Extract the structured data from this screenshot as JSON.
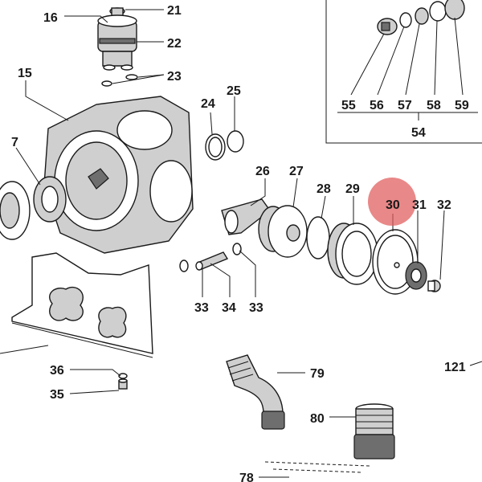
{
  "labels": {
    "l16": "16",
    "l21": "21",
    "l22": "22",
    "l23": "23",
    "l15": "15",
    "l24": "24",
    "l25": "25",
    "l7": "7",
    "l26": "26",
    "l27": "27",
    "l28": "28",
    "l29": "29",
    "l30": "30",
    "l31": "31",
    "l32": "32",
    "l33a": "33",
    "l34": "34",
    "l33b": "33",
    "l36": "36",
    "l35": "35",
    "l79": "79",
    "l80": "80",
    "l121": "121",
    "l78": "78",
    "l55": "55",
    "l56": "56",
    "l57": "57",
    "l58": "58",
    "l59": "59",
    "l54": "54"
  },
  "highlight": {
    "part": "30",
    "color": "#e05a5a"
  },
  "colors": {
    "ink": "#1a1a1a",
    "part_fill": "#cfcfcf",
    "dark_fill": "#6e6e6e"
  }
}
